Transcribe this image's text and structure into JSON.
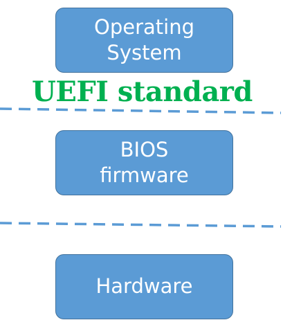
{
  "diagram": {
    "boxes": [
      {
        "id": "operating-system",
        "label": "Operating\nSystem"
      },
      {
        "id": "bios-firmware",
        "label": "BIOS\nfirmware"
      },
      {
        "id": "hardware",
        "label": "Hardware"
      }
    ],
    "boundary_label": "UEFI standard"
  },
  "colors": {
    "box_fill": "#5b9bd5",
    "box_border": "#41719c",
    "box_text": "#ffffff",
    "dash_line": "#5b9bd5",
    "boundary_label": "#00b050"
  }
}
